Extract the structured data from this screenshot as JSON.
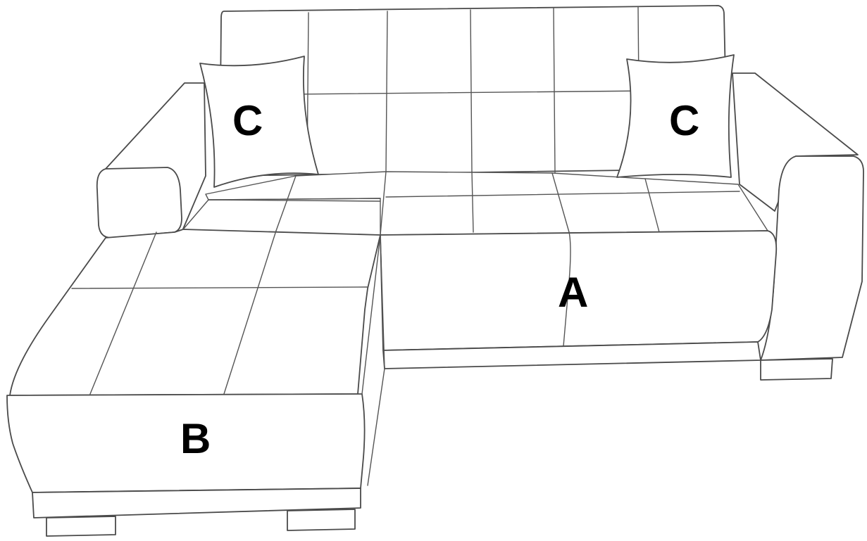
{
  "diagram": {
    "labels": {
      "pillow_left": "C",
      "pillow_right": "C",
      "main_section": "A",
      "chaise_section": "B"
    }
  }
}
